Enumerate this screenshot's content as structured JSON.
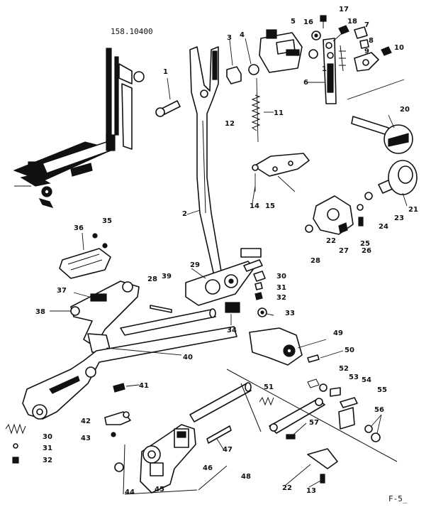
{
  "diagram": {
    "model_number": "158.10400",
    "page_code": "F-5_",
    "callouts": [
      "1",
      "2",
      "3",
      "4",
      "5",
      "6",
      "7",
      "8",
      "9",
      "10",
      "11",
      "12",
      "13",
      "14",
      "15",
      "16",
      "17",
      "18",
      "19",
      "20",
      "21",
      "22",
      "22",
      "23",
      "24",
      "25",
      "26",
      "27",
      "28",
      "28",
      "29",
      "30",
      "30",
      "31",
      "31",
      "32",
      "32",
      "33",
      "34",
      "35",
      "36",
      "37",
      "38",
      "39",
      "40",
      "41",
      "42",
      "43",
      "44",
      "45",
      "46",
      "47",
      "48",
      "49",
      "50",
      "51",
      "52",
      "53",
      "54",
      "55",
      "56",
      "57"
    ]
  }
}
